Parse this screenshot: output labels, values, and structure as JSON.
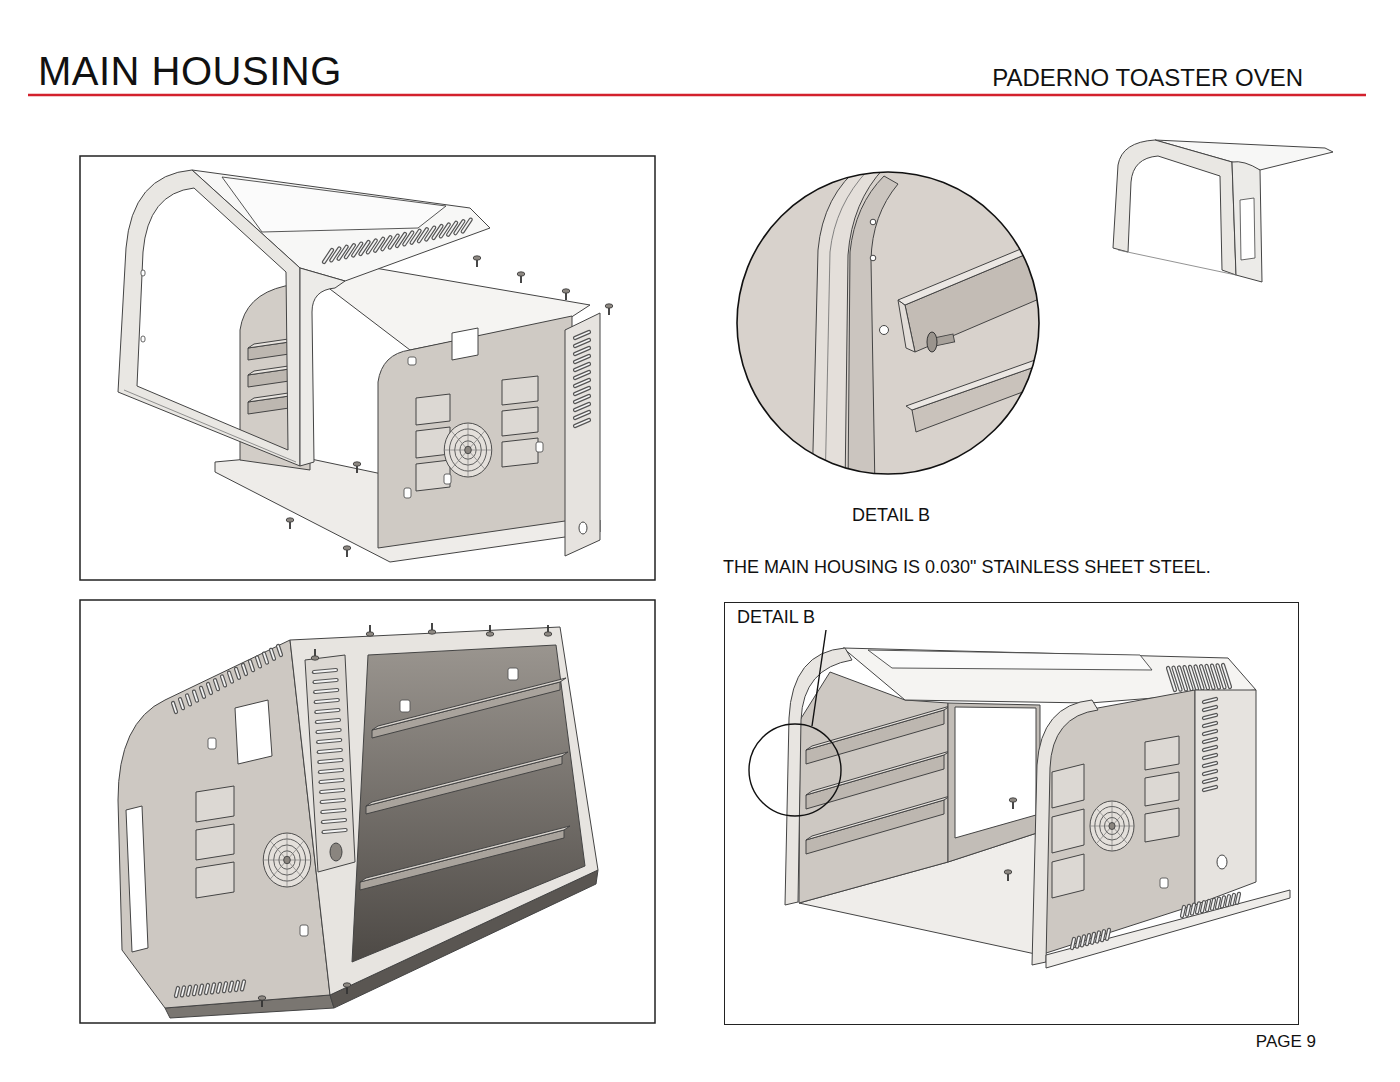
{
  "diagram": {
    "title": "MAIN HOUSING",
    "nodes": [
      {
        "text": [
          "DETAIL B"
        ]
      },
      {
        "text": [
          "DETAIL B"
        ]
      }
    ],
    "labels": [
      "PADERNO TOASTER OVEN",
      "THE MAIN HOUSING IS 0.030\" STAINLESS SHEET STEEL.",
      "PAGE 9"
    ]
  }
}
